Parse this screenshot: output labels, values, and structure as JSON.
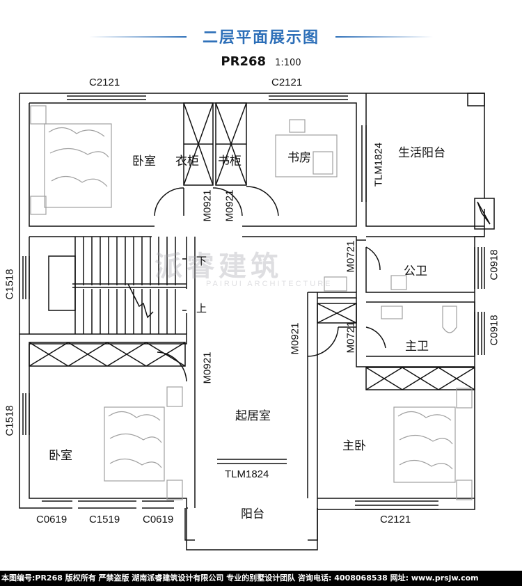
{
  "header": {
    "title": "二层平面展示图",
    "plan_code": "PR268",
    "scale": "1:100"
  },
  "rooms": {
    "bedroom_nw": "卧室",
    "wardrobe": "衣柜",
    "bookcase": "书柜",
    "study": "书房",
    "living_balcony": "生活阳台",
    "public_bath": "公卫",
    "master_bath": "主卫",
    "bedroom_sw": "卧室",
    "living_room": "起居室",
    "master_bedroom": "主卧",
    "balcony": "阳台"
  },
  "stairs": {
    "down": "下",
    "up": "上"
  },
  "dimensions": {
    "top_left_window": "C2121",
    "top_mid_window": "C2121",
    "door_wardrobe": "M0921",
    "door_study": "M0921",
    "sliding_study": "TLM1824",
    "door_public_bath": "M0721",
    "window_public_bath": "C0918",
    "window_master_bath": "C0918",
    "door_master_bath": "M0721",
    "door_master_bedroom": "M0921",
    "door_sw_bedroom": "M0921",
    "window_left_upper": "C1518",
    "window_left_lower": "C1518",
    "sliding_balcony": "TLM1824",
    "bottom_win_1": "C0619",
    "bottom_win_2": "C1519",
    "bottom_win_3": "C0619",
    "bottom_right_window": "C2121"
  },
  "watermark": {
    "text": "派睿建筑",
    "sub": "PAIRUI ARCHITECTURE"
  },
  "footer": {
    "text": "本图编号:PR268 版权所有 严禁盗版 湖南派睿建筑设计有限公司 专业的别墅设计团队 咨询电话: 4008068538 网址: www.prsjw.com"
  },
  "colors": {
    "title": "#2d6fb8",
    "wall": "#111111",
    "furniture": "#a0a0a0",
    "footer_bg": "#000000"
  }
}
